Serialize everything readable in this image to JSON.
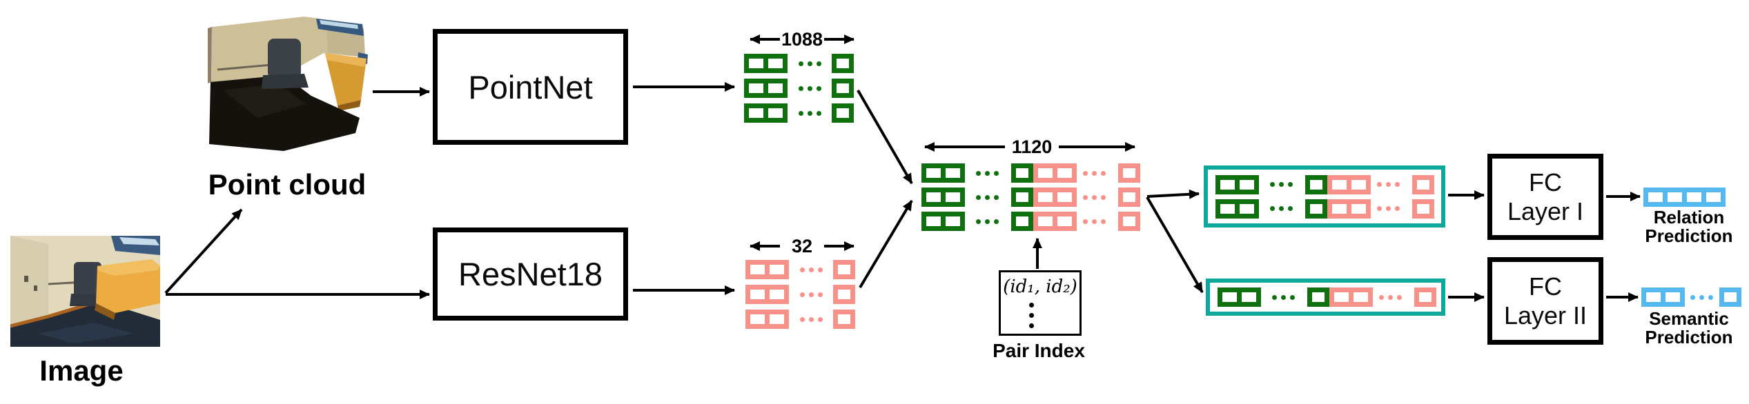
{
  "diagram": {
    "inputs": {
      "image_label": "Image",
      "point_cloud_label": "Point cloud"
    },
    "encoders": {
      "pointnet_label": "PointNet",
      "resnet_label": "ResNet18"
    },
    "features": {
      "point_feature_dim": "1088",
      "image_feature_dim": "32",
      "fused_feature_dim": "1120"
    },
    "pair_index": {
      "box_text": "(id₁, id₂)",
      "label": "Pair Index"
    },
    "fc_layers": [
      {
        "line1": "FC",
        "line2": "Layer I"
      },
      {
        "line1": "FC",
        "line2": "Layer II"
      }
    ],
    "outputs": [
      {
        "line1": "Relation",
        "line2": "Prediction"
      },
      {
        "line1": "Semantic",
        "line2": "Prediction"
      }
    ],
    "colors": {
      "point_feature_green": "#0E700E",
      "image_feature_pink": "#F8918A",
      "fusion_teal": "#0CA89A",
      "prediction_blue": "#55B9F0",
      "line_black": "#000000"
    }
  }
}
